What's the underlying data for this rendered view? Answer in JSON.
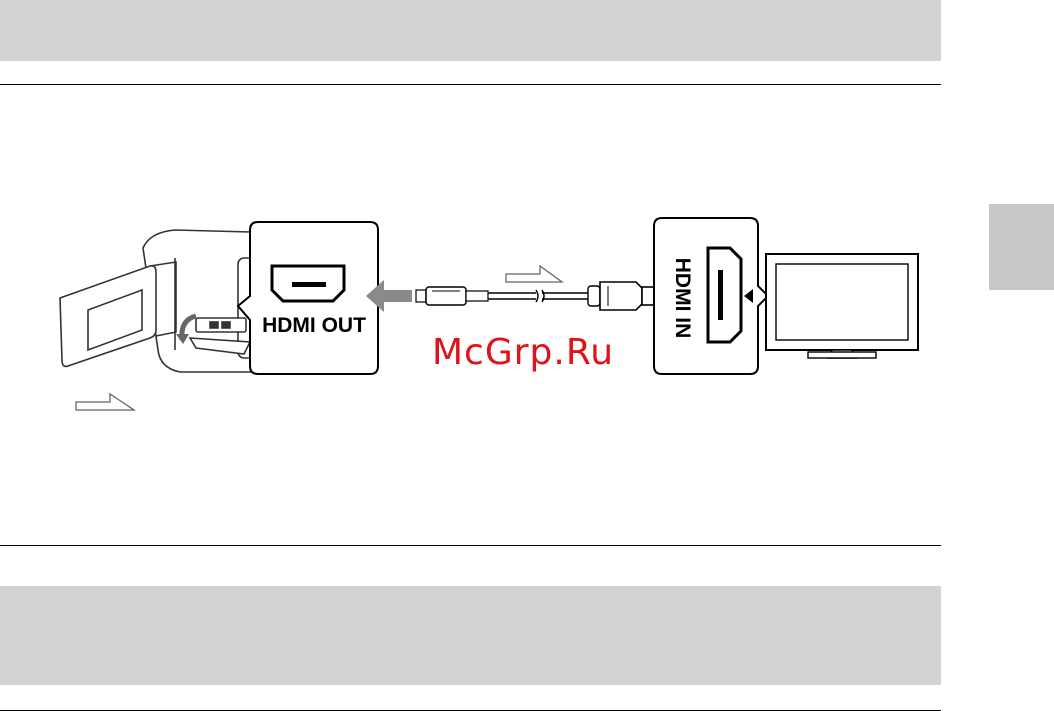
{
  "labels": {
    "hdmi_out": "HDMI OUT",
    "hdmi_in": "HDMI IN"
  },
  "watermark": "McGrp.Ru",
  "colors": {
    "band": "#d2d2d2",
    "side_tab": "#c8c8c8",
    "watermark": "#e2111a",
    "arrow": "#8a8a8a"
  }
}
